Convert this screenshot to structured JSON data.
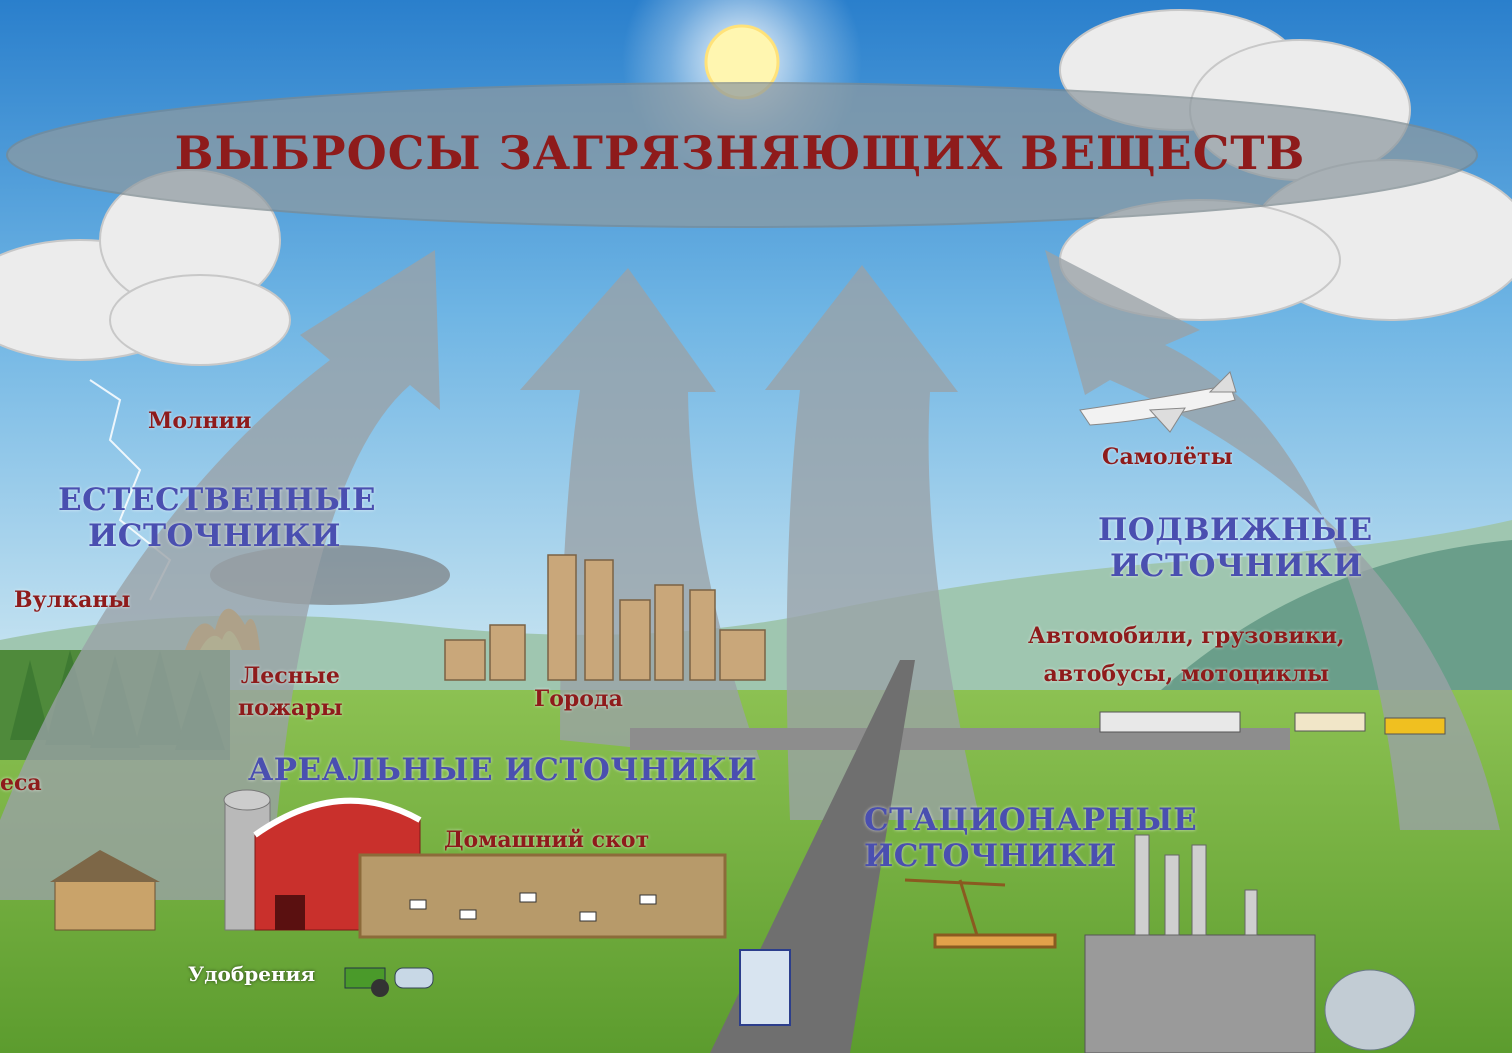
{
  "title": "ВЫБРОСЫ ЗАГРЯЗНЯЮЩИХ ВЕЩЕСТВ",
  "categories": {
    "natural": [
      "ЕСТЕСТВЕННЫЕ",
      "ИСТОЧНИКИ"
    ],
    "areal": "АРЕАЛЬНЫЕ ИСТОЧНИКИ",
    "mobile": [
      "ПОДВИЖНЫЕ",
      "ИСТОЧНИКИ"
    ],
    "stationary": [
      "СТАЦИОНАРНЫЕ",
      "ИСТОЧНИКИ"
    ]
  },
  "sources": {
    "lightning": "Молнии",
    "volcanoes": "Вулканы",
    "forest_fires": [
      "Лесные",
      "пожары"
    ],
    "forests": "еса",
    "cities": "Города",
    "livestock": "Домашний скот",
    "fertilizers": "Удобрения",
    "airplanes": "Самолёты",
    "vehicles": [
      "Автомобили, грузовики,",
      "автобусы, мотоциклы"
    ]
  },
  "colors": {
    "sky_top": "#2f86d1",
    "sky_bottom": "#bfe0ef",
    "ground": "#7cb342",
    "label_red": "#8e1b1b",
    "label_blue": "#4a4fb0",
    "arrow": "#9aa1a6"
  }
}
